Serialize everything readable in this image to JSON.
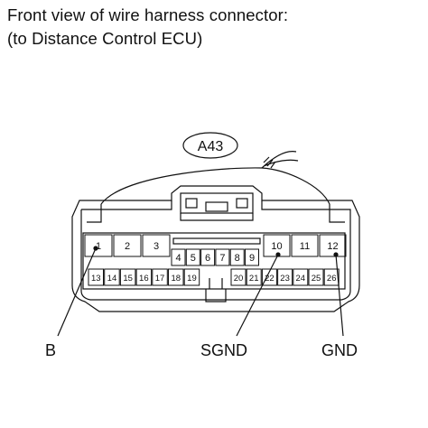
{
  "heading": {
    "line1": "Front view of wire harness connector:",
    "line2": "(to Distance Control ECU)"
  },
  "connector": {
    "id": "A43",
    "top_row_left": [
      "1",
      "2",
      "3"
    ],
    "top_row_right": [
      "10",
      "11",
      "12"
    ],
    "middle_row": [
      "4",
      "5",
      "6",
      "7",
      "8",
      "9"
    ],
    "bottom_row_left": [
      "13",
      "14",
      "15",
      "16",
      "17",
      "18",
      "19"
    ],
    "bottom_row_right": [
      "20",
      "21",
      "22",
      "23",
      "24",
      "25",
      "26"
    ]
  },
  "callouts": {
    "b": "B",
    "sgnd": "SGND",
    "gnd": "GND"
  }
}
